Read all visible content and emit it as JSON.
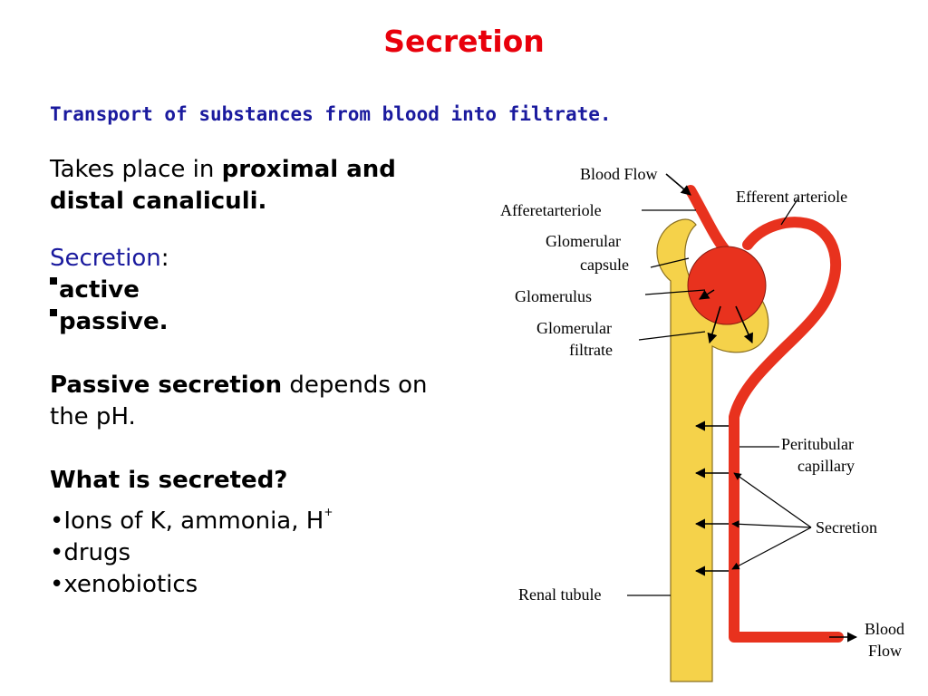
{
  "slide": {
    "title": "Secretion",
    "subtitle": "Transport of substances from blood into filtrate.",
    "takes_place_prefix": "Takes place in ",
    "takes_place_bold_1": "proximal and",
    "takes_place_bold_2": "distal canaliculi.",
    "secretion_label": "Secretion",
    "secretion_colon": ":",
    "type_active": "active",
    "type_passive": "passive.",
    "passive_bold": "Passive secretion",
    "passive_rest_1": " depends on",
    "passive_rest_2": "the pH.",
    "question": "What is secreted?",
    "item_1_prefix": "•Ions of K, ammonia, H",
    "item_1_sup": "+",
    "item_2": "•drugs",
    "item_3": "•xenobiotics"
  },
  "diagram": {
    "labels": {
      "blood_flow_in": "Blood Flow",
      "afferent": "Afferetarteriole",
      "efferent": "Efferent arteriole",
      "glom_capsule_1": "Glomerular",
      "glom_capsule_2": "capsule",
      "glomerulus": "Glomerulus",
      "glom_filtrate_1": "Glomerular",
      "glom_filtrate_2": "filtrate",
      "peritubular_1": "Peritubular",
      "peritubular_2": "capillary",
      "secretion": "Secretion",
      "renal_tubule": "Renal tubule",
      "blood_out_1": "Blood",
      "blood_out_2": "Flow"
    },
    "colors": {
      "vessel": "#e8321e",
      "tubule": "#f5d24a",
      "title": "#e8000b",
      "subtitle": "#1a1a9e"
    }
  }
}
